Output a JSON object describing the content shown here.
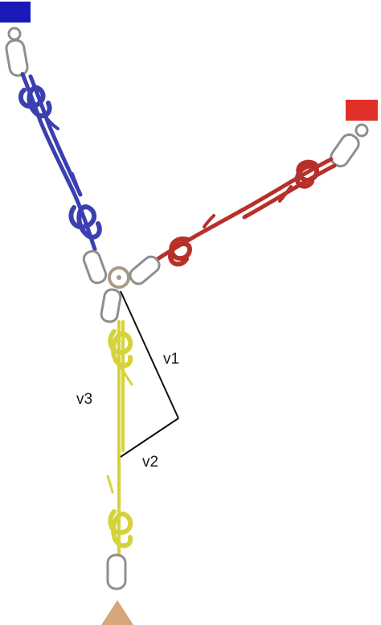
{
  "diagram": {
    "labels": {
      "v1": "v1",
      "v2": "v2",
      "v3": "v3"
    },
    "colors": {
      "blue_anchor": "#1a1ab8",
      "red_anchor": "#e03028",
      "blue_rope": "#3b3fb0",
      "red_rope": "#b8302a",
      "yellow_rope": "#d6d23a",
      "metal": "#9a9a9a",
      "load": "#d7a77c",
      "vector_lines": "#111111"
    }
  }
}
